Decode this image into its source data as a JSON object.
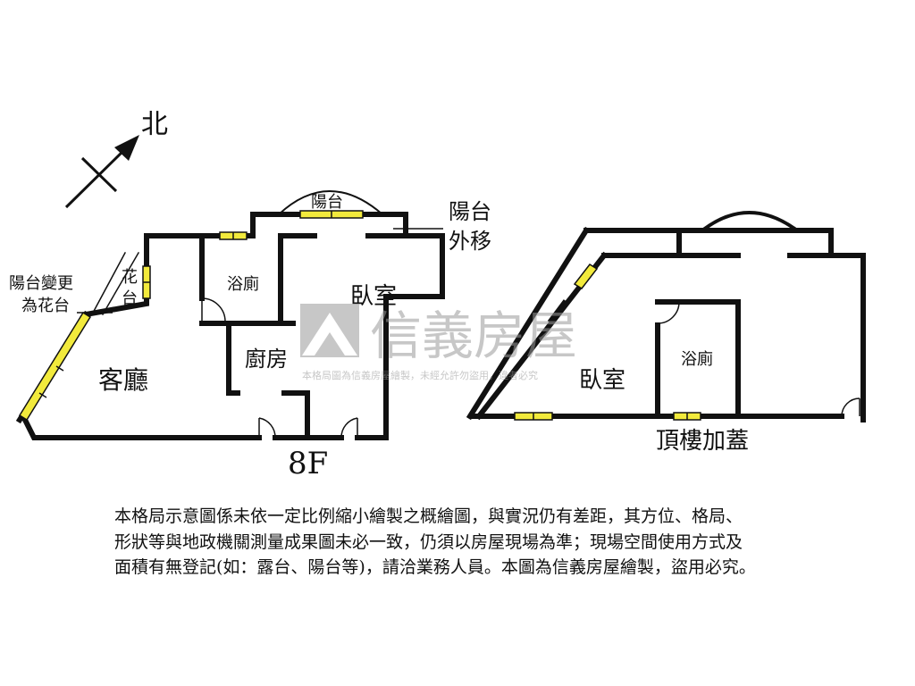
{
  "compass": {
    "north_label": "北"
  },
  "floor_8f": {
    "caption": "8F",
    "rooms": {
      "living_room": "客廳",
      "bathroom": "浴廁",
      "bedroom": "臥室",
      "kitchen": "廚房",
      "balcony": "陽台"
    },
    "notes": {
      "balcony_moved_line1": "陽台",
      "balcony_moved_line2": "外移",
      "balcony_to_planter_line1": "陽台變更",
      "balcony_to_planter_line2": "為花台",
      "planter_char1": "花",
      "planter_char2": "台"
    }
  },
  "rooftop": {
    "caption": "頂樓加蓋",
    "rooms": {
      "bedroom": "臥室",
      "bathroom": "浴廁"
    }
  },
  "watermark": {
    "brand": "信義房屋",
    "fine_print": "本格局圖為信義房屋繪製，未經允許勿盜用，違者必究"
  },
  "disclaimer": {
    "lines": [
      "本格局示意圖係未依一定比例縮小繪製之概繪圖，與實況仍有差距，其方位、格局、",
      "形狀等與地政機關測量成果圖未必一致，仍須以房屋現場為準；現場空間使用方式及",
      "面積有無登記(如：露台、陽台等)，請洽業務人員。本圖為信義房屋繪製，盜用必究。"
    ]
  },
  "colors": {
    "wall": "#111111",
    "window_fill": "#f2ea3c",
    "watermark": "#9a9a9a"
  }
}
